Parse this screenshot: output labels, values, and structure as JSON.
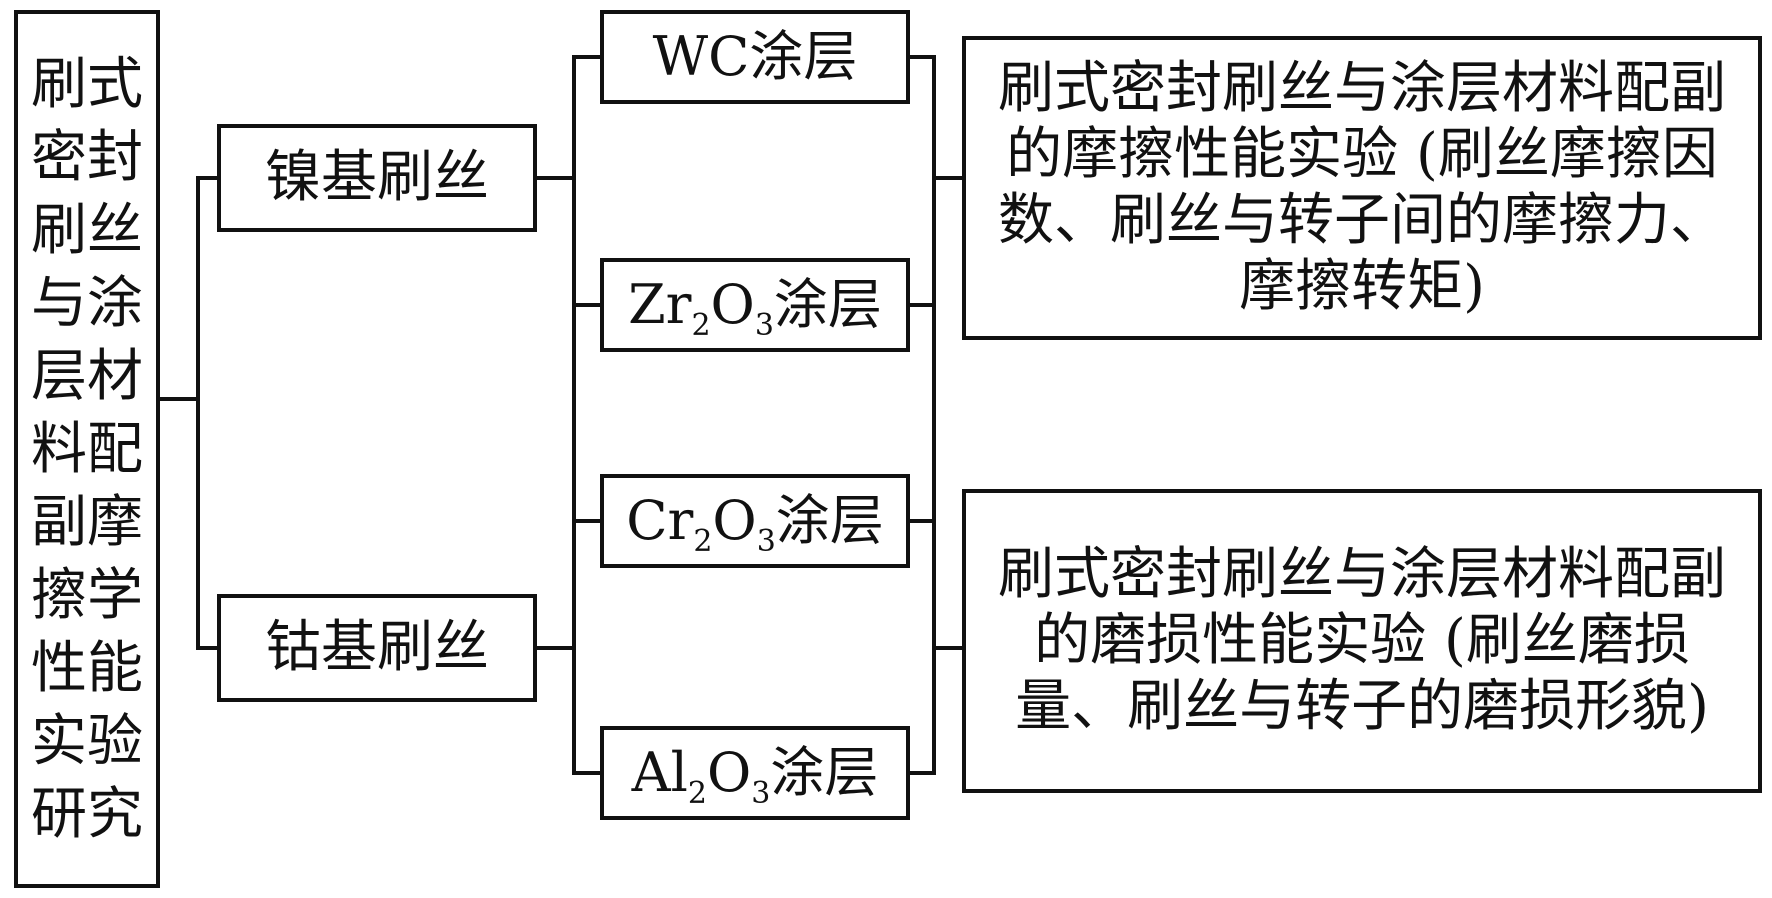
{
  "root": {
    "text": "刷式密封刷丝与涂层材料配副摩擦学性能实验研究"
  },
  "brush_types": [
    {
      "label": "镍基刷丝"
    },
    {
      "label": "钴基刷丝"
    }
  ],
  "coatings": [
    {
      "base": "WC",
      "sub1": "",
      "mid": "",
      "sub2": "",
      "suffix": "涂层"
    },
    {
      "base": "Zr",
      "sub1": "2",
      "mid": "O",
      "sub2": "3",
      "suffix": "涂层"
    },
    {
      "base": "Cr",
      "sub1": "2",
      "mid": "O",
      "sub2": "3",
      "suffix": "涂层"
    },
    {
      "base": "Al",
      "sub1": "2",
      "mid": "O",
      "sub2": "3",
      "suffix": "涂层"
    }
  ],
  "experiments": [
    {
      "text": "刷式密封刷丝与涂层材料配副的摩擦性能实验 (刷丝摩擦因数、刷丝与转子间的摩擦力、摩擦转矩)"
    },
    {
      "text": "刷式密封刷丝与涂层材料配副的磨损性能实验 (刷丝磨损量、刷丝与转子的磨损形貌)"
    }
  ]
}
